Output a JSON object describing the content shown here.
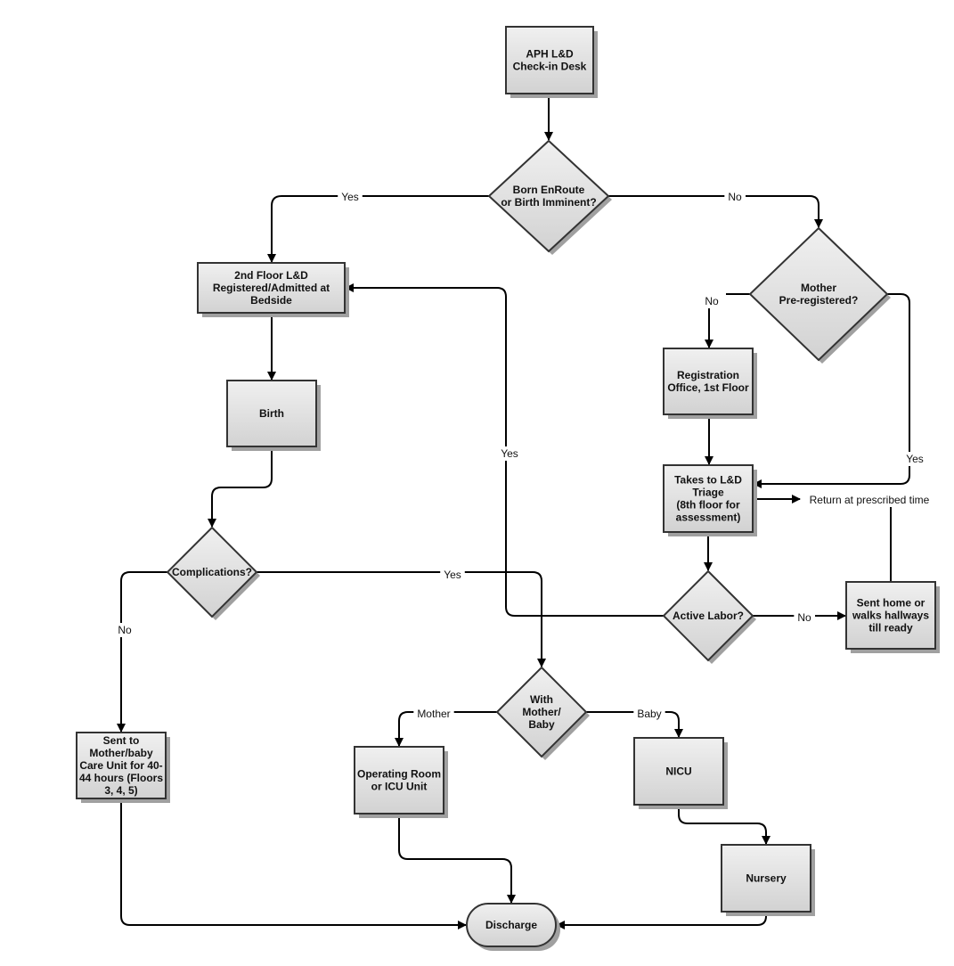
{
  "diagram": {
    "type": "flowchart",
    "nodes": {
      "checkin": {
        "shape": "process",
        "lines": [
          "APH L&D",
          "Check-in Desk"
        ]
      },
      "born_enroute": {
        "shape": "decision",
        "lines": [
          "Born EnRoute",
          "or Birth Imminent?"
        ]
      },
      "second_floor": {
        "shape": "process",
        "lines": [
          "2nd Floor L&D",
          "Registered/Admitted at",
          "Bedside"
        ]
      },
      "mother_prereg": {
        "shape": "decision",
        "lines": [
          "Mother",
          "Pre-registered?"
        ]
      },
      "registration": {
        "shape": "process",
        "lines": [
          "Registration",
          "Office, 1st Floor"
        ]
      },
      "birth": {
        "shape": "process",
        "lines": [
          "Birth"
        ]
      },
      "triage": {
        "shape": "process",
        "lines": [
          "Takes to L&D",
          "Triage",
          "(8th floor for",
          "assessment)"
        ]
      },
      "complications": {
        "shape": "decision",
        "lines": [
          "Complications?"
        ]
      },
      "active_labor": {
        "shape": "decision",
        "lines": [
          "Active Labor?"
        ]
      },
      "sent_home": {
        "shape": "process",
        "lines": [
          "Sent home or",
          "walks hallways",
          "till ready"
        ]
      },
      "with_mother_baby": {
        "shape": "decision",
        "lines": [
          "With",
          "Mother/",
          "Baby"
        ]
      },
      "mother_baby_unit": {
        "shape": "process",
        "lines": [
          "Sent to",
          "Mother/baby",
          "Care Unit for 40-",
          "44 hours (Floors",
          "3, 4, 5)"
        ]
      },
      "operating_room": {
        "shape": "process",
        "lines": [
          "Operating Room",
          "or ICU Unit"
        ]
      },
      "nicu": {
        "shape": "process",
        "lines": [
          "NICU"
        ]
      },
      "nursery": {
        "shape": "process",
        "lines": [
          "Nursery"
        ]
      },
      "discharge": {
        "shape": "terminator",
        "lines": [
          "Discharge"
        ]
      }
    },
    "edges": [
      {
        "from": "checkin",
        "to": "born_enroute",
        "label": ""
      },
      {
        "from": "born_enroute",
        "to": "second_floor",
        "label": "Yes"
      },
      {
        "from": "born_enroute",
        "to": "mother_prereg",
        "label": "No"
      },
      {
        "from": "mother_prereg",
        "to": "registration",
        "label": "No"
      },
      {
        "from": "mother_prereg",
        "to": "triage",
        "label": "Yes"
      },
      {
        "from": "registration",
        "to": "triage",
        "label": ""
      },
      {
        "from": "second_floor",
        "to": "birth",
        "label": ""
      },
      {
        "from": "birth",
        "to": "complications",
        "label": ""
      },
      {
        "from": "triage",
        "to": "active_labor",
        "label": ""
      },
      {
        "from": "active_labor",
        "to": "second_floor",
        "label": "Yes"
      },
      {
        "from": "active_labor",
        "to": "sent_home",
        "label": "No"
      },
      {
        "from": "sent_home",
        "to": "triage",
        "label": "Return at prescribed time"
      },
      {
        "from": "complications",
        "to": "mother_baby_unit",
        "label": "No"
      },
      {
        "from": "complications",
        "to": "with_mother_baby",
        "label": "Yes"
      },
      {
        "from": "with_mother_baby",
        "to": "operating_room",
        "label": "Mother"
      },
      {
        "from": "with_mother_baby",
        "to": "nicu",
        "label": "Baby"
      },
      {
        "from": "nicu",
        "to": "nursery",
        "label": ""
      },
      {
        "from": "mother_baby_unit",
        "to": "discharge",
        "label": ""
      },
      {
        "from": "operating_room",
        "to": "discharge",
        "label": ""
      },
      {
        "from": "nursery",
        "to": "discharge",
        "label": ""
      }
    ],
    "colors": {
      "node_fill_top": "#f0f0f0",
      "node_fill_bottom": "#d2d2d2",
      "node_stroke": "#333333",
      "shadow": "#a0a0a0",
      "edge": "#000000",
      "text": "#111111"
    }
  }
}
